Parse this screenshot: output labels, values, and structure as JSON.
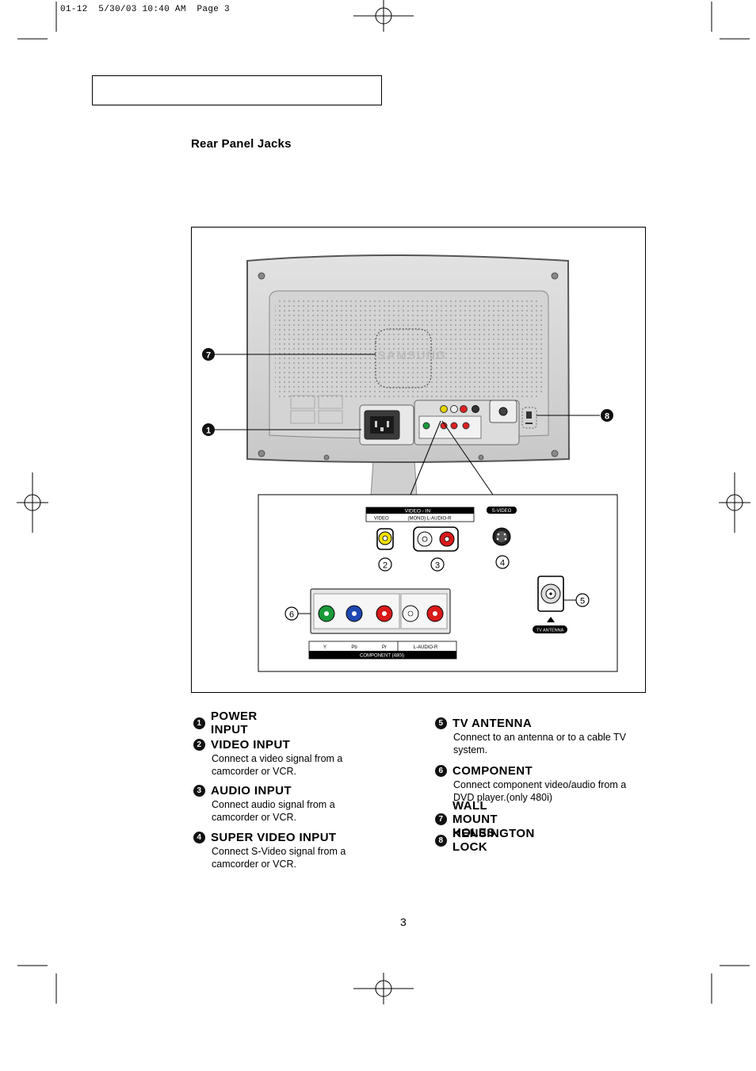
{
  "print_header": "01-12  5/30/03 10:40 AM  Page 3",
  "section_title": "Rear Panel Jacks",
  "diagram": {
    "brand": "SAMSUNG",
    "labels": {
      "video_in": "VIDEO - IN",
      "video": "VIDEO",
      "mono_audio": "(MONO) L-AUDIO-R",
      "s_video": "S-VIDEO",
      "tv_antenna": "TV ANTENNA",
      "y": "Y",
      "pb": "Pb",
      "pr": "Pr",
      "l_audio_r": "L-AUDIO-R",
      "component_480": "COMPONENT (480i)"
    },
    "callouts": [
      "1",
      "2",
      "3",
      "4",
      "5",
      "6",
      "7",
      "8"
    ]
  },
  "items_left": [
    {
      "num": "1",
      "title": "POWER INPUT",
      "desc": ""
    },
    {
      "num": "2",
      "title": "VIDEO INPUT",
      "desc": "Connect a video signal from a camcorder or VCR."
    },
    {
      "num": "3",
      "title": "AUDIO INPUT",
      "desc": "Connect audio signal from a camcorder or VCR."
    },
    {
      "num": "4",
      "title": "SUPER VIDEO INPUT",
      "desc": "Connect S-Video signal from a camcorder or VCR."
    }
  ],
  "items_right": [
    {
      "num": "5",
      "title": "TV ANTENNA",
      "desc": "Connect to an antenna or to a cable TV system."
    },
    {
      "num": "6",
      "title": "COMPONENT",
      "desc": "Connect component video/audio from a DVD player.(only 480i)"
    },
    {
      "num": "7",
      "title": "WALL MOUNT HOLES",
      "desc": ""
    },
    {
      "num": "8",
      "title": "KENSINGTON LOCK",
      "desc": ""
    }
  ],
  "page_number": "3"
}
